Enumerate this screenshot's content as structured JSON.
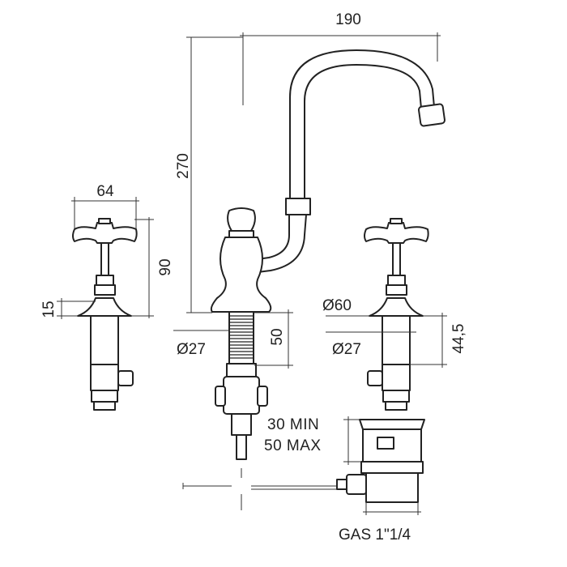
{
  "dimensions": {
    "spout_reach": "190",
    "total_height": "270",
    "handle_width": "64",
    "handle_height": "90",
    "flange_height": "15",
    "flange_diameter": "Ø60",
    "shank_diameter_left": "Ø27",
    "shank_diameter_right": "Ø27",
    "thread_length": "50",
    "valve_height": "44,5",
    "drain_min": "30 MIN",
    "drain_max": "50 MAX",
    "drain_thread": "GAS 1\"1/4"
  }
}
